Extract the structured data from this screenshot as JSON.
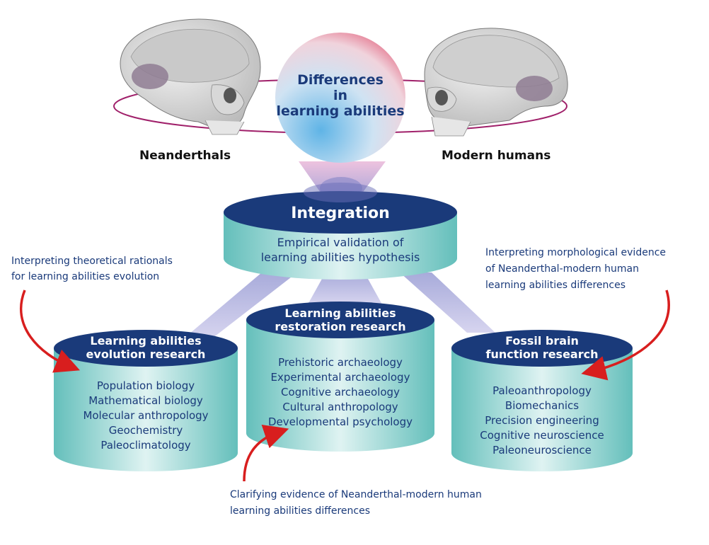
{
  "center_circle": {
    "line1": "Differences",
    "line2": "in",
    "line3": "learning abilities"
  },
  "labels": {
    "left": "Neanderthals",
    "right": "Modern humans"
  },
  "integration": {
    "title": "Integration",
    "subtitle_line1": "Empirical validation of",
    "subtitle_line2": "learning abilities hypothesis"
  },
  "evolution": {
    "title_line1": "Learning abilities",
    "title_line2": "evolution research",
    "items": [
      "Population biology",
      "Mathematical biology",
      "Molecular anthropology",
      "Geochemistry",
      "Paleoclimatology"
    ]
  },
  "restoration": {
    "title_line1": "Learning abilities",
    "title_line2": "restoration research",
    "items": [
      "Prehistoric archaeology",
      "Experimental archaeology",
      "Cognitive archaeology",
      "Cultural anthropology",
      "Developmental psychology"
    ]
  },
  "fossil": {
    "title_line1": "Fossil brain",
    "title_line2": "function research",
    "items": [
      "Paleoanthropology",
      "Biomechanics",
      "Precision engineering",
      "Cognitive neuroscience",
      "Paleoneuroscience"
    ]
  },
  "annotations": {
    "left_line1": "Interpreting theoretical rationals",
    "left_line2": "for learning abilities evolution",
    "right_line1": "Interpreting morphological evidence",
    "right_line2": "of Neanderthal-modern human",
    "right_line3": "learning abilities differences",
    "bottom_line1": "Clarifying evidence of Neanderthal-modern human",
    "bottom_line2": "learning abilities differences"
  },
  "colors": {
    "navy": "#1a3a7a",
    "cylinder_teal": "#6fc6c2",
    "cylinder_light": "#d6f0ef",
    "ellipse_magenta": "#a0206a",
    "arrow_red": "#d81e1e"
  }
}
